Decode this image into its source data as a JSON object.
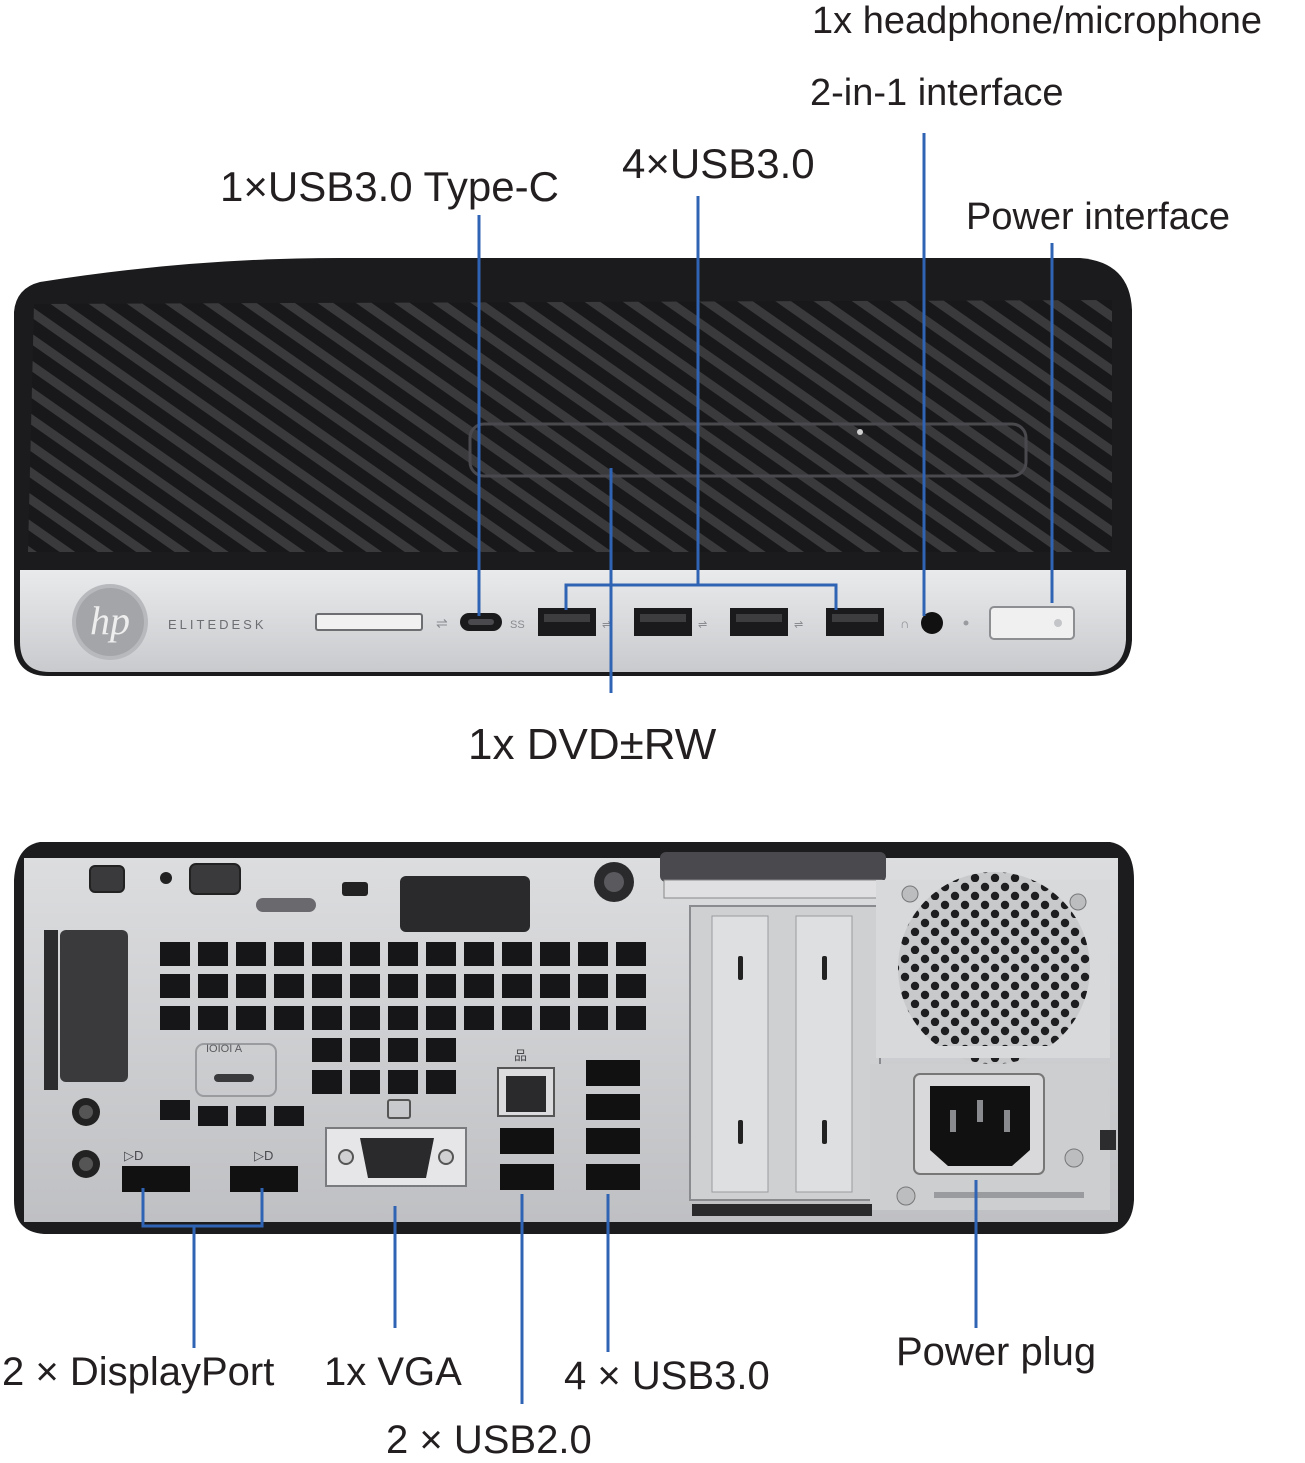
{
  "labels": {
    "headphone_line1": "1x headphone/microphone",
    "headphone_line2": "2-in-1 interface",
    "usb_c": "1×USB3.0 Type-C",
    "front_usb3": "4×USB3.0",
    "power_interface": "Power interface",
    "dvd": "1x DVD±RW",
    "displayport": "2 × DisplayPort",
    "vga": "1x VGA",
    "usb2": "2 × USB2.0",
    "rear_usb3": "4 × USB3.0",
    "power_plug": "Power plug"
  },
  "front_panel": {
    "brand_logo": "hp",
    "model_text": "ELITEDESK"
  },
  "rear_panel": {
    "serial_port_label": "IOIOI A"
  },
  "colors": {
    "callout_line": "#2f63b4",
    "label_text": "#231f20",
    "case_black": "#1c1c1e",
    "panel_silver": "#d6d7d9",
    "rear_metal": "#c9cacc"
  },
  "icons": [
    "usb-icon",
    "headphone-icon",
    "power-button-icon",
    "ethernet-icon",
    "vga-icon",
    "displayport-icon",
    "power-socket-icon",
    "fan-grille-icon"
  ]
}
